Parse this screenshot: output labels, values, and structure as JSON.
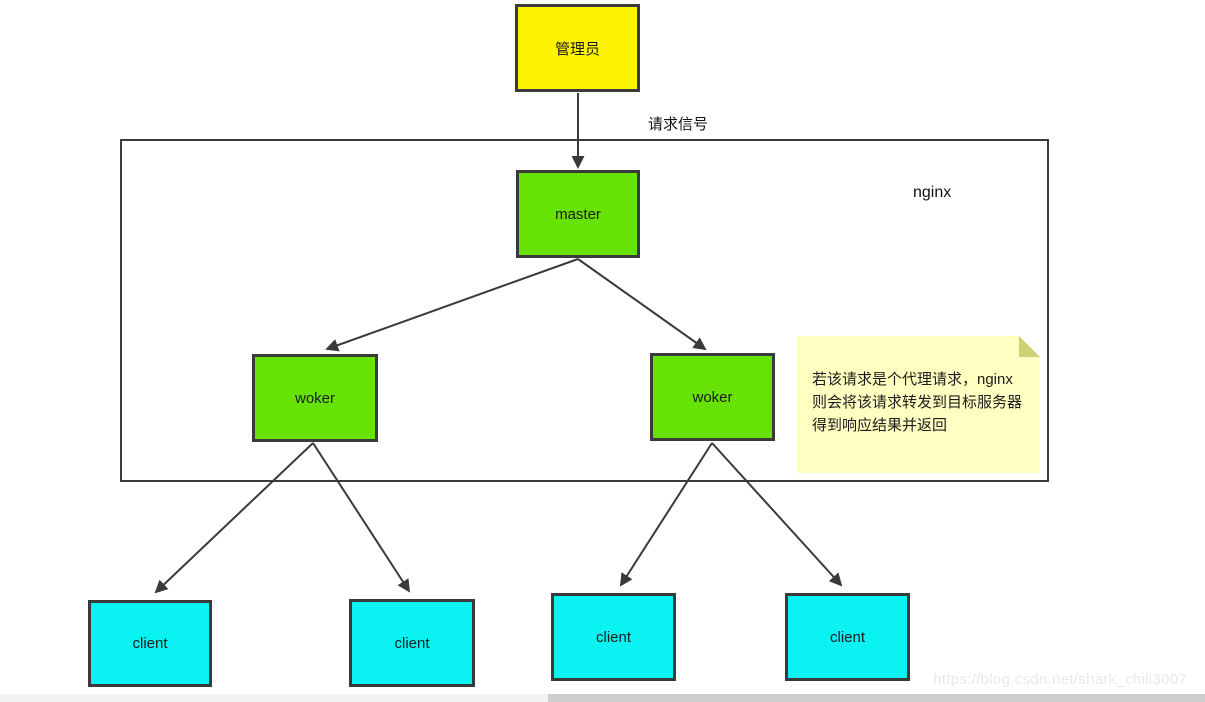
{
  "diagram": {
    "request_label": "请求信号",
    "container_label": "nginx",
    "admin": {
      "label": "管理员"
    },
    "master": {
      "label": "master"
    },
    "workers": [
      {
        "label": "woker"
      },
      {
        "label": "woker"
      }
    ],
    "clients": [
      {
        "label": "client"
      },
      {
        "label": "client"
      },
      {
        "label": "client"
      },
      {
        "label": "client"
      }
    ],
    "note": {
      "text": "若该请求是个代理请求，nginx则会将该请求转发到目标服务器得到响应结果并返回"
    },
    "colors": {
      "admin_fill": "#fef301",
      "process_fill": "#66e305",
      "client_fill": "#0af2f2",
      "note_bg": "#ffffc2",
      "note_fold": "#cfcf76",
      "shape_border": "#3a3a3a",
      "edge_stroke": "#3a3a3a",
      "watermark_color": "#e9e9e9"
    }
  },
  "watermark": "https://blog.csdn.net/shark_chili3007"
}
